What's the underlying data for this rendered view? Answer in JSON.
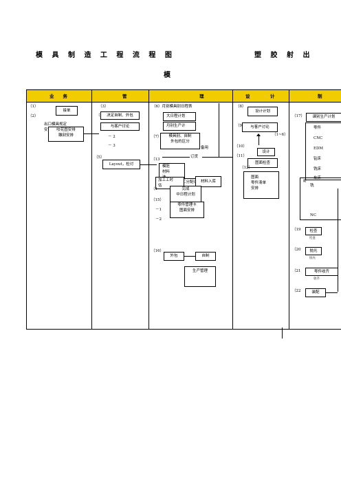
{
  "title": {
    "left": "模 具 制 造 工 程 流 程 图",
    "right": "塑 胶 射 出",
    "sub": "模"
  },
  "headers": {
    "business": "业　　务",
    "management_a": "管",
    "management_b": "理",
    "design_a": "设",
    "design_b": "计",
    "manufacture": "制"
  },
  "business": {
    "n1": "（1）",
    "n1_box": "接单",
    "n2": "（2）",
    "n2_back": "出口模具规定",
    "n2_box_l1": "咬花图安排",
    "n2_box_l2": "雕刻安排"
  },
  "mgmt_left": {
    "n3": "（3）",
    "n3_box": "决定自制、外包",
    "customer": "与客户讨论",
    "n4_2": "－ 2",
    "n4_3": "－ 3",
    "n5": "（5）",
    "n5_box": "Layout，检讨"
  },
  "mgmt_right": {
    "n6": "（6）月别模具别日程表",
    "plan_big": "大日程计划",
    "plan_month": "月别生产计",
    "n7": "（7）",
    "n7_box_l1": "模具别、自制",
    "n7_box_l2": "外包的区分",
    "use": "备用",
    "order": "订货",
    "mold_l1": "模胚",
    "mold_l2": "材料",
    "mold_l3": "选",
    "n13": "（13",
    "process_discuss": "加工分配讨论",
    "hours_l1": "加工工时",
    "hours_l2": "估",
    "material_in": "材料入库",
    "n14": "（1",
    "done_l1": "完成",
    "done_l2": "中日程计划",
    "n15": "（15）",
    "n15_1": "－1",
    "n15_2": "－2",
    "parts_l1": "零件管理卡",
    "parts_l2": "图面安排",
    "n16": "（16）",
    "outsource": "外包",
    "inhouse": "自制",
    "prod_mgmt": "生产管理"
  },
  "design": {
    "n8": "（8）",
    "n8_box": "设计计划",
    "n9": "（9）",
    "n9_box": "与客户讨论",
    "n1_6": "（1~6）",
    "n10": "（10）",
    "design_box": "设计",
    "n11": "（11）",
    "check": "图面检查",
    "n12": "（12）",
    "drawing_l1": "图面",
    "drawing_l2": "零件清单",
    "drawing_l3": "安排"
  },
  "manufacture": {
    "n17": "（17）",
    "n17_box": "课别生产计划",
    "parts": "零件",
    "cnc": "CNC",
    "edm": "EDM",
    "drill": "钻床",
    "mill": "铣床",
    "lathe": "车床",
    "grind_a": "磨",
    "grind_b": "铣",
    "nc": "NC",
    "n19": "（19",
    "inspect": "检查",
    "inspect_s": "检查",
    "n20": "（20",
    "polish": "抛光",
    "polish_s": "抛光",
    "n21": "（21",
    "collect": "零件收齐",
    "collect_s": "收齐",
    "n22": "（22",
    "assemble": "装配"
  }
}
